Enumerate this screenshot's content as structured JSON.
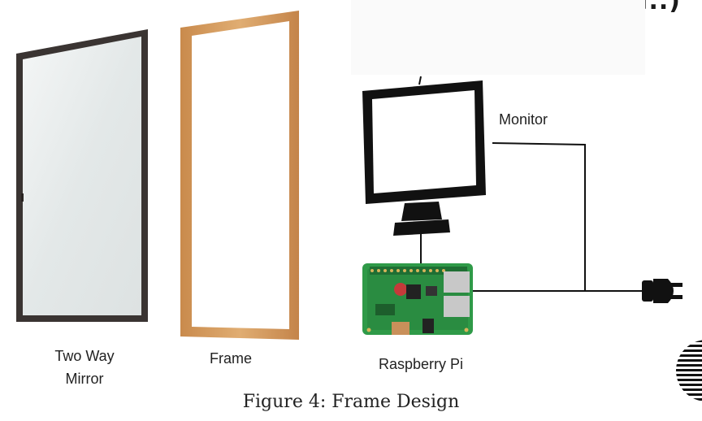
{
  "heading_fragment": "(CONT..)",
  "labels": {
    "mirror_line1": "Two Way",
    "mirror_line2": "Mirror",
    "frame": "Frame",
    "monitor": "Monitor",
    "raspberry_pi": "Raspberry Pi"
  },
  "caption": "Figure 4: Frame Design",
  "colors": {
    "mirror_border": "#3a3432",
    "mirror_glass": "#e6eaea",
    "frame_wood": "#d49a5c",
    "monitor_body": "#111111",
    "pi_board": "#2f9a48",
    "wire": "#111111"
  }
}
